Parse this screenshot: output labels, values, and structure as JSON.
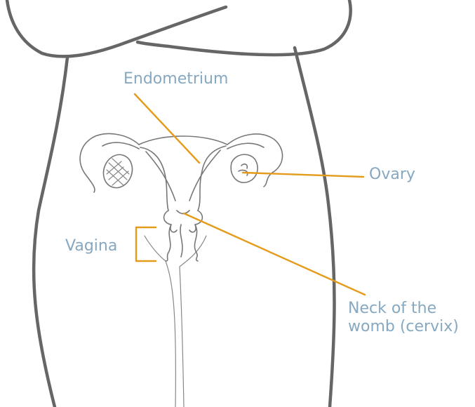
{
  "labels": {
    "endometrium": "Endometrium",
    "ovary": "Ovary",
    "vagina": "Vagina",
    "cervix": "Neck of the womb (cervix)"
  },
  "colors": {
    "label_text": "#86a8c0",
    "leader_lines": "#e59b1a",
    "body_outline": "#666666",
    "organ_outline": "#777777"
  }
}
